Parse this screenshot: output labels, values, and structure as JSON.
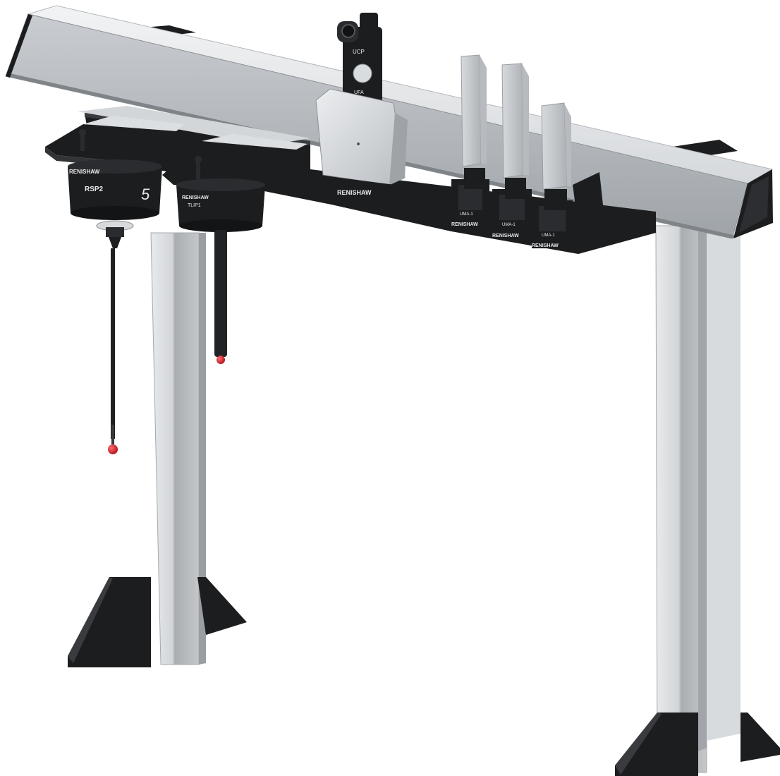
{
  "colors": {
    "aluminium_light": "#e4e6e8",
    "aluminium_mid": "#c8cbce",
    "aluminium_dark": "#9ea3a7",
    "plastic_black": "#1c1d1f",
    "plastic_edge": "#3a3b3e",
    "ruby_tip": "#d8212b",
    "background": "#ffffff"
  },
  "labels": {
    "ucp": "UCP",
    "ufa": "UFA",
    "rsp2": "RSP2",
    "tlip1_brand": "RENISHAW",
    "tlip1": "TLIP1",
    "port1_brand": "RENISHAW",
    "port1_number": "5",
    "ufa_brand": "RENISHAW",
    "uma_1": "UMA-1",
    "uma_2": "UMA-1",
    "uma_3": "UMA-1",
    "uma_brand_1": "RENISHAW",
    "uma_brand_2": "RENISHAW",
    "uma_brand_3": "RENISHAW"
  }
}
